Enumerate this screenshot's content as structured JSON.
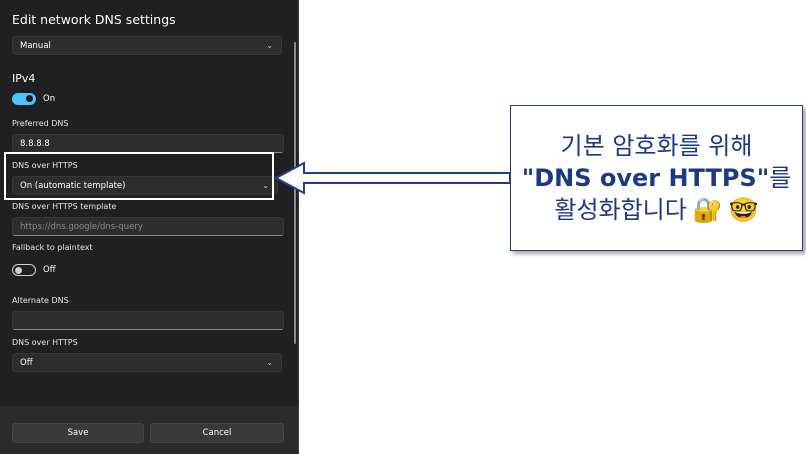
{
  "dialog": {
    "title": "Edit network DNS settings",
    "mode_select": "Manual",
    "ipv4": {
      "section": "IPv4",
      "toggle_state": "On",
      "preferred_dns_label": "Preferred DNS",
      "preferred_dns_value": "8.8.8.8",
      "doh_label": "DNS over HTTPS",
      "doh_value": "On (automatic template)",
      "doh_template_label": "DNS over HTTPS template",
      "doh_template_placeholder": "https://dns.google/dns-query",
      "fallback_label": "Fallback to plaintext",
      "fallback_state": "Off",
      "alternate_dns_label": "Alternate DNS",
      "alternate_dns_value": "",
      "alt_doh_label": "DNS over HTTPS",
      "alt_doh_value": "Off"
    },
    "buttons": {
      "save": "Save",
      "cancel": "Cancel"
    }
  },
  "callout": {
    "line1": "기본 암호화를 위해",
    "line2_bold": "\"DNS over HTTPS\"",
    "line2_rest": "를",
    "line3": "활성화합니다",
    "emoji_lock": "🔐",
    "emoji_face": "🤓"
  },
  "colors": {
    "accent": "#4cc2ff",
    "callout_text": "#1b3a86",
    "callout_border": "#1f3f86",
    "dialog_bg": "#202020"
  }
}
